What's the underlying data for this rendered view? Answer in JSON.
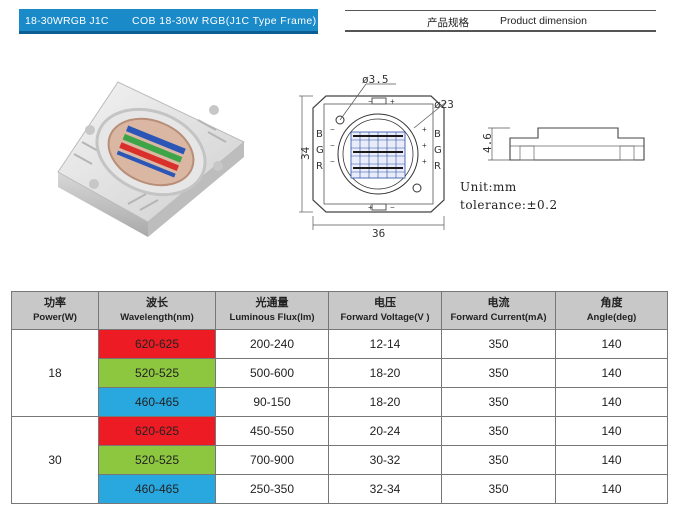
{
  "header": {
    "code": "18-30WRGB J1C",
    "title": "COB 18-30W RGB(J1C Type Frame)",
    "dimension_cn": "产品规格",
    "dimension_en": "Product dimension"
  },
  "drawing": {
    "hole_dia": "ø3.5",
    "outer_dia": "ø23",
    "height": "34",
    "width": "36",
    "thickness": "4.6",
    "pin_labels_left": [
      "B",
      "G",
      "R"
    ],
    "pin_labels_right": [
      "B",
      "G",
      "R"
    ],
    "unit": "Unit:mm",
    "tolerance": "tolerance:±0.2"
  },
  "table": {
    "headers": [
      {
        "cn": "功率",
        "en": "Power(W)"
      },
      {
        "cn": "波长",
        "en": "Wavelength(nm)"
      },
      {
        "cn": "光通量",
        "en": "Luminous Flux(lm)"
      },
      {
        "cn": "电压",
        "en": "Forward Voltage(V )"
      },
      {
        "cn": "电流",
        "en": "Forward Current(mA)"
      },
      {
        "cn": "角度",
        "en": "Angle(deg)"
      }
    ],
    "groups": [
      {
        "power": "18",
        "rows": [
          {
            "wavelength": "620-625",
            "color": "#ed1c24",
            "flux": "200-240",
            "voltage": "12-14",
            "current": "350",
            "angle": "140"
          },
          {
            "wavelength": "520-525",
            "color": "#8dc63f",
            "flux": "500-600",
            "voltage": "18-20",
            "current": "350",
            "angle": "140"
          },
          {
            "wavelength": "460-465",
            "color": "#29a8df",
            "flux": "90-150",
            "voltage": "18-20",
            "current": "350",
            "angle": "140"
          }
        ]
      },
      {
        "power": "30",
        "rows": [
          {
            "wavelength": "620-625",
            "color": "#ed1c24",
            "flux": "450-550",
            "voltage": "20-24",
            "current": "350",
            "angle": "140"
          },
          {
            "wavelength": "520-525",
            "color": "#8dc63f",
            "flux": "700-900",
            "voltage": "30-32",
            "current": "350",
            "angle": "140"
          },
          {
            "wavelength": "460-465",
            "color": "#29a8df",
            "flux": "250-350",
            "voltage": "32-34",
            "current": "350",
            "angle": "140"
          }
        ]
      }
    ]
  }
}
